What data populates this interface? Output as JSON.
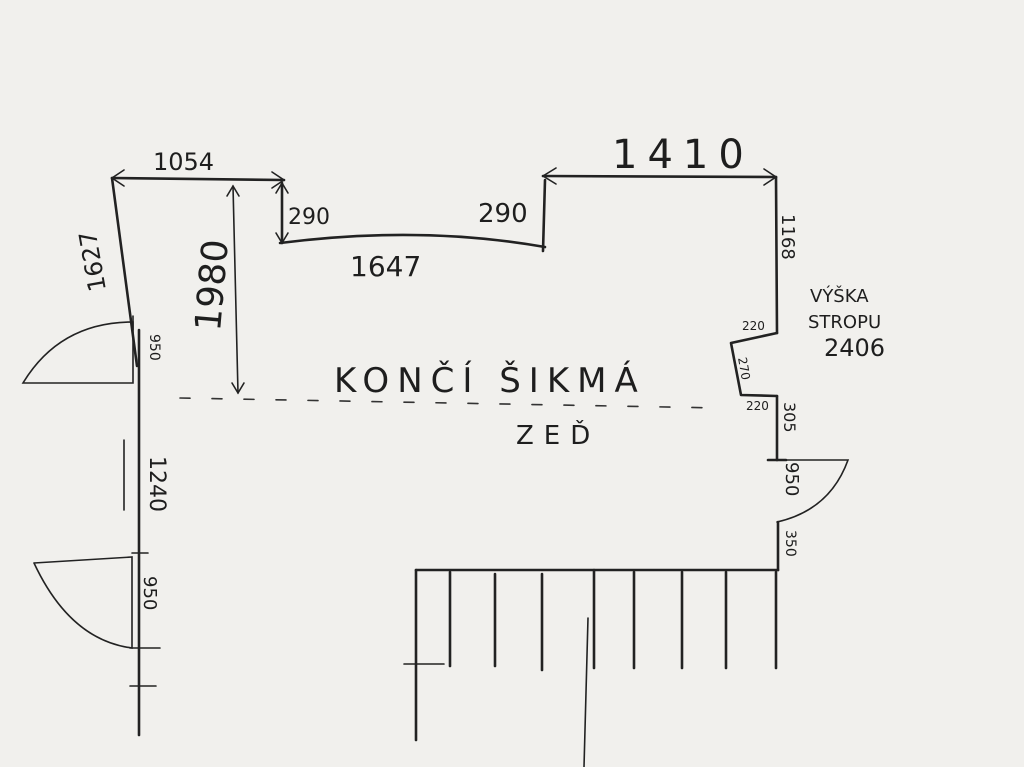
{
  "dimensions": {
    "top_left": "1054",
    "left_slant": "1627",
    "step_left": "290",
    "bottom_span": "1647",
    "step_right": "290",
    "top_right": "1410",
    "right_wall": "1168",
    "vertical_inner": "1980",
    "notch_top": "220",
    "notch_mid": "270",
    "notch_bottom": "220",
    "right_lower": "305",
    "right_door": "950",
    "right_bottom": "350",
    "left_door_top": "950",
    "left_wall": "1240",
    "left_door_bottom": "950"
  },
  "notes": {
    "ceiling_label_1": "VÝŠKA",
    "ceiling_label_2": "STROPU",
    "ceiling_value": "2406",
    "slope_end_1": "KONČÍ ŠIKMÁ",
    "slope_end_2": "ZEĎ"
  }
}
